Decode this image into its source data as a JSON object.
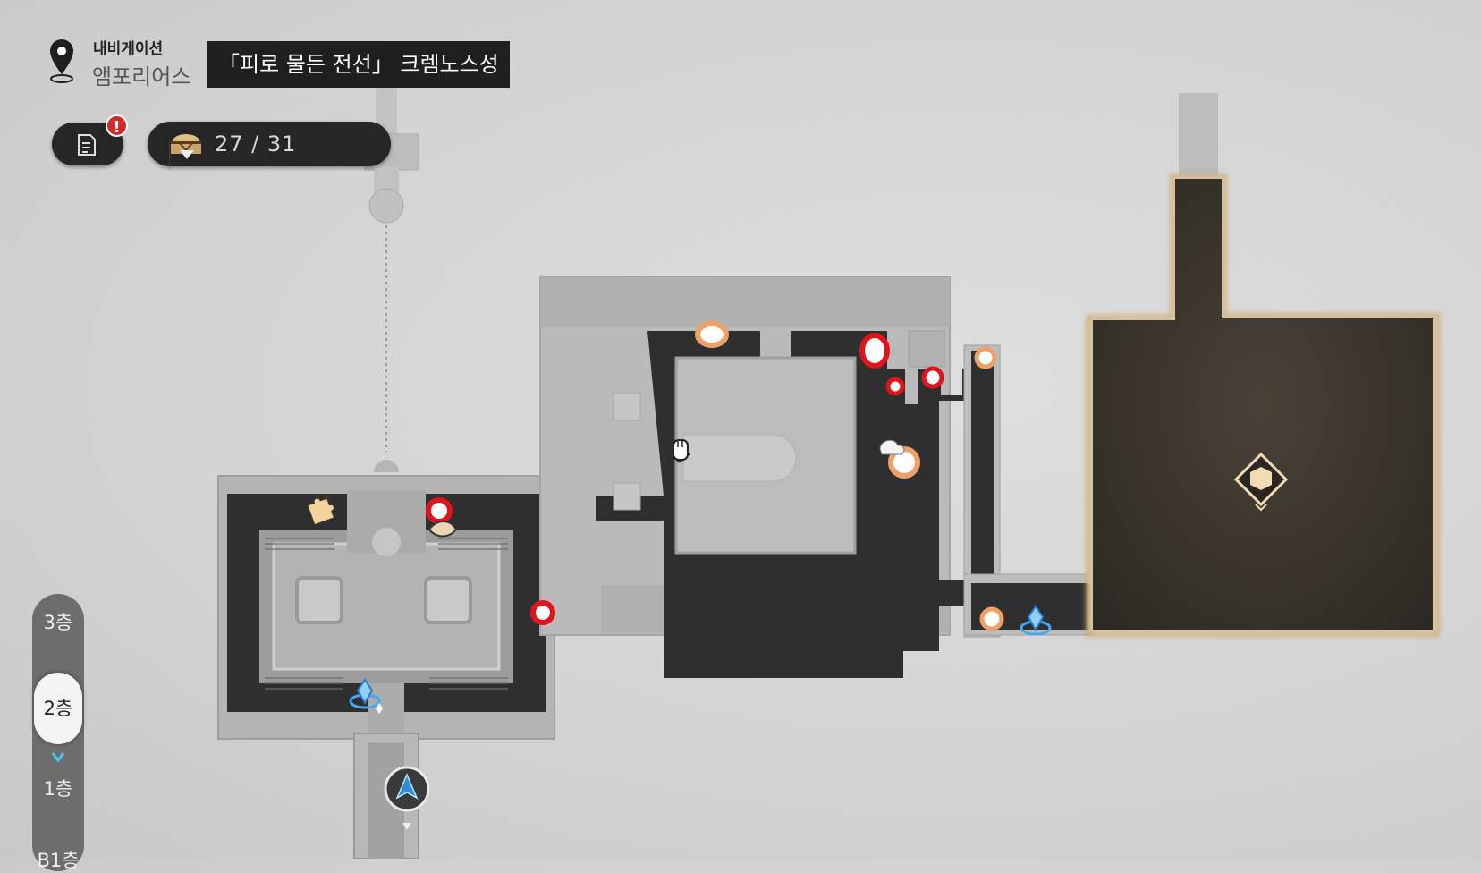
{
  "header": {
    "nav_label": "내비게이션",
    "region": "앰포리어스",
    "area_title": "「피로 물든 전선」 크렘노스성"
  },
  "toolbar": {
    "mission_icon": "document-icon",
    "has_alert": true,
    "alert_text": "!",
    "chest_icon": "treasure-chest-icon",
    "chest_count": "27 / 31",
    "dropdown_icon": "triangle-down-icon"
  },
  "floors": {
    "items": [
      "3층",
      "2층",
      "1층",
      "B1층"
    ],
    "selected": "2층"
  },
  "colors": {
    "walkway": "#2e2e2e",
    "room_stone": "#a9a9a9",
    "map_bg": "#d6d6d6",
    "marker_red": "#e0141c",
    "marker_orange": "#f0a064",
    "teleport_blue": "#47a8f0",
    "gold_border": "#c9a56b",
    "player_arrow": "#2e8ed8"
  },
  "map_markers": [
    {
      "name": "puzzle-marker",
      "icon": "puzzle-piece-icon"
    },
    {
      "name": "interact-hand-marker",
      "icon": "hand-icon"
    },
    {
      "name": "boss-zone-marker",
      "icon": "cube-diamond-icon"
    },
    {
      "name": "teleport-marker-left",
      "icon": "space-anchor-icon"
    },
    {
      "name": "teleport-marker-right",
      "icon": "space-anchor-icon"
    },
    {
      "name": "player-position-marker",
      "icon": "navigation-arrow-icon"
    }
  ]
}
